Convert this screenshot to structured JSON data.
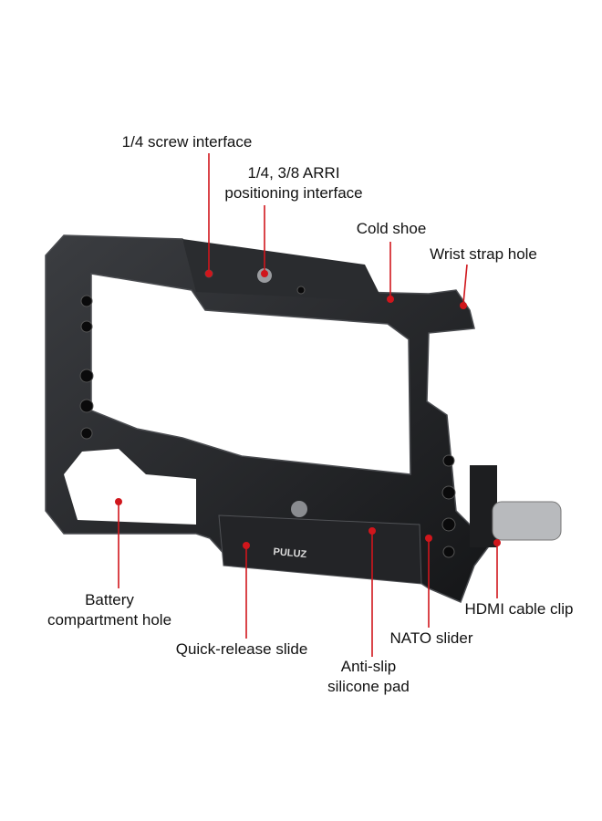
{
  "brand_logo": "PULUZ",
  "colors": {
    "callout": "#d0161c",
    "cage": "#1e1f21",
    "cage_edge": "#3a3c40"
  },
  "callouts": [
    {
      "id": "screw",
      "text": "1/4 screw interface"
    },
    {
      "id": "arri",
      "lines": [
        "1/4, 3/8 ARRI",
        "positioning interface"
      ]
    },
    {
      "id": "cold-shoe",
      "text": "Cold shoe"
    },
    {
      "id": "wrist-strap",
      "text": "Wrist strap hole"
    },
    {
      "id": "battery",
      "lines": [
        "Battery",
        "compartment hole"
      ]
    },
    {
      "id": "quick-release",
      "text": "Quick-release slide"
    },
    {
      "id": "anti-slip",
      "lines": [
        "Anti-slip",
        "silicone pad"
      ]
    },
    {
      "id": "nato",
      "text": "NATO slider"
    },
    {
      "id": "hdmi",
      "text": "HDMI cable clip"
    }
  ]
}
